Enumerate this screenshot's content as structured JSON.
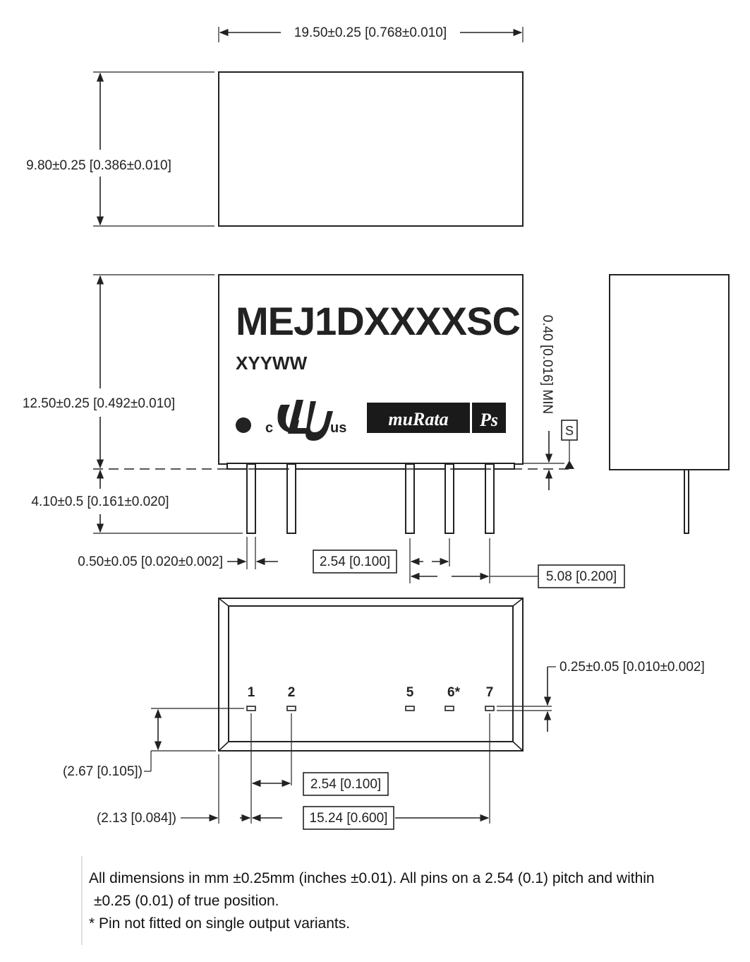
{
  "dimensions": {
    "width": "19.50±0.25 [0.768±0.010]",
    "depth": "9.80±0.25 [0.386±0.010]",
    "height": "12.50±0.25 [0.492±0.010]",
    "standoff": "0.40 [0.016] MIN",
    "pin_length": "4.10±0.5 [0.161±0.020]",
    "pin_width": "0.50±0.05 [0.020±0.002]",
    "pitch_side": "2.54 [0.100]",
    "pitch_double": "5.08 [0.200]",
    "pin_thickness": "0.25±0.05 [0.010±0.002]",
    "row_offset": "(2.67 [0.105])",
    "pitch_bottom": "2.54 [0.100]",
    "edge_offset": "(2.13 [0.084])",
    "pin_span": "15.24 [0.600]"
  },
  "marking": {
    "part_number": "MEJ1DXXXXSC",
    "date_code": "XYYWW",
    "cert_prefix": "c",
    "cert_suffix": "us",
    "brand": "muRata",
    "brand_suffix": "Ps",
    "seating_label": "S"
  },
  "pins": [
    "1",
    "2",
    "5",
    "6*",
    "7"
  ],
  "notes": {
    "line1": "All dimensions in mm ±0.25mm (inches ±0.01). All pins on a 2.54 (0.1) pitch and within",
    "line2": "±0.25 (0.01) of true position.",
    "line3": "* Pin not fitted on single output variants."
  },
  "colors": {
    "line": "#222222",
    "logo_background": "#1a1a1a"
  }
}
